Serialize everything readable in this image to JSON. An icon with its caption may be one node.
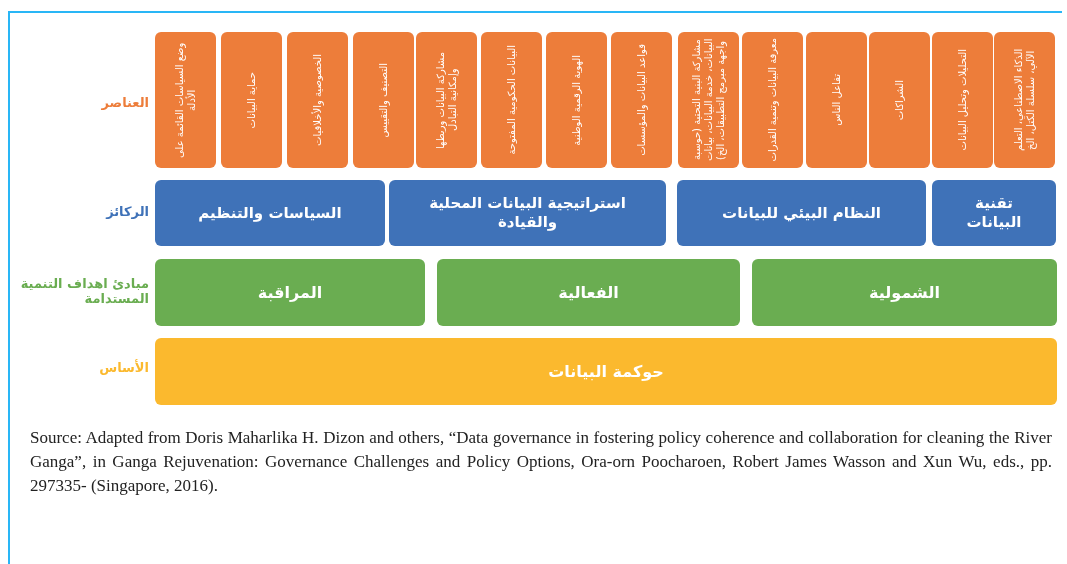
{
  "diagram": {
    "caption": "Source: Adapted from Doris Maharlika H. Dizon and others, “Data governance in fostering policy coherence and collaboration for cleaning the River Ganga”, in Ganga Rejuvenation: Governance Challenges and Policy Options, Ora-orn Poocharoen, Robert James Wasson and Xun Wu, eds., pp. 297335- (Singapore, 2016).",
    "nodes": [
      {
        "text": [
          "الذكاء الاصطناعي، التعلم الآلي، سلسلة الكتل، الخ"
        ]
      },
      {
        "text": [
          "التحليلات وتحليل البيانات"
        ]
      },
      {
        "text": [
          "الشراكات"
        ]
      },
      {
        "text": [
          "تفاعل الناس"
        ]
      },
      {
        "text": [
          "معرفة البيانات وتنمية القدرات"
        ]
      },
      {
        "text": [
          "مشاركة البنية التحتية (حوسبة البيانات، خدمة البيانات، بيانات واجهة مبرمج التطبيقات، الخ)"
        ]
      },
      {
        "text": [
          "قواعد البيانات والمؤسسات"
        ]
      },
      {
        "text": [
          "الهوية الرقمية الوطنية"
        ]
      },
      {
        "text": [
          "البيانات الحكومية المفتوحة"
        ]
      },
      {
        "text": [
          "مشاركة البيانات وربطها وإمكانية التبادل"
        ]
      },
      {
        "text": [
          "التصنيف والتقييس"
        ]
      },
      {
        "text": [
          "الخصوصية والأخلاقيات"
        ]
      },
      {
        "text": [
          "حماية البيانات"
        ]
      },
      {
        "text": [
          "وضع السياسات القائمة على الأدلة"
        ]
      },
      {
        "text": [
          "تقنية البيانات"
        ]
      },
      {
        "text": [
          "النظام البيئي للبيانات"
        ]
      },
      {
        "text": [
          "استراتيجية البيانات المحلية والقيادة"
        ]
      },
      {
        "text": [
          "السياسات والتنظيم"
        ]
      },
      {
        "text": [
          "الشمولية"
        ]
      },
      {
        "text": [
          "الفعالية"
        ]
      },
      {
        "text": [
          "المراقبة"
        ]
      },
      {
        "text": [
          "حوكمة البيانات"
        ]
      }
    ],
    "labels": [
      "العناصر",
      "الركائز",
      "مبادئ اهداف التنمية المستدامة",
      "الأساس"
    ]
  }
}
